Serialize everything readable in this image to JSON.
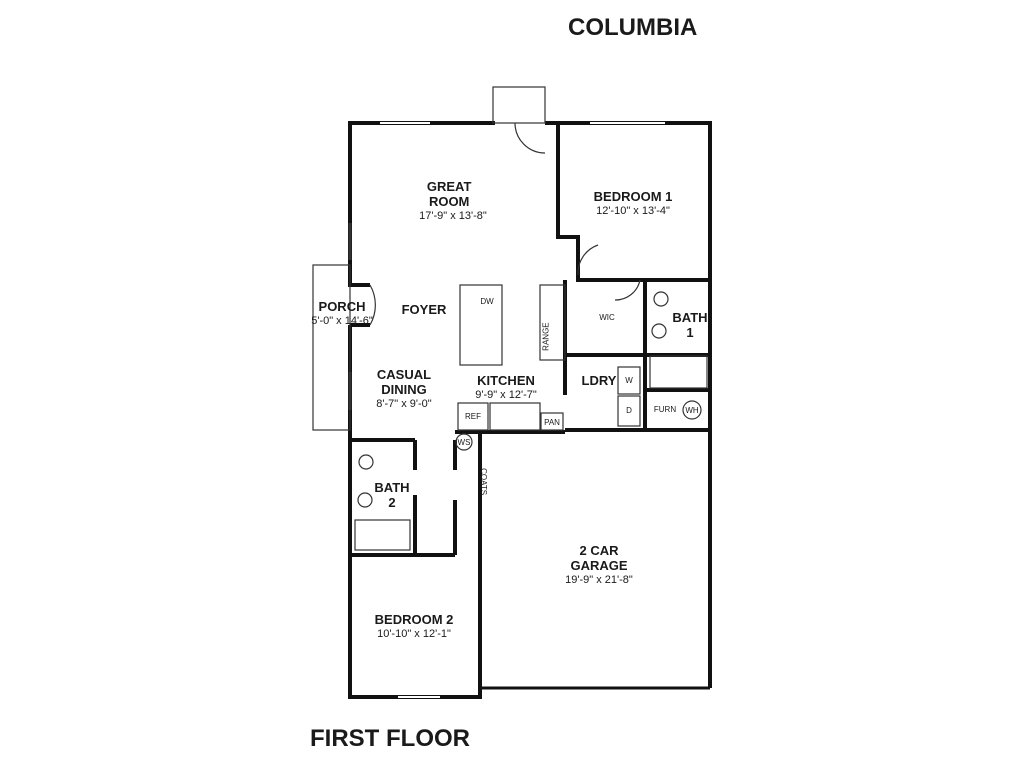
{
  "title": "COLUMBIA",
  "floor_label": "FIRST FLOOR",
  "rooms": {
    "great_room": {
      "name": "GREAT ROOM",
      "dims": "17'-9\" x 13'-8\""
    },
    "bedroom1": {
      "name": "BEDROOM 1",
      "dims": "12'-10\" x 13'-4\""
    },
    "porch": {
      "name": "PORCH",
      "dims": "5'-0\" x 14'-6\""
    },
    "foyer": {
      "name": "FOYER"
    },
    "casual_dining": {
      "name": "CASUAL DINING",
      "dims": "8'-7\" x 9'-0\""
    },
    "kitchen": {
      "name": "KITCHEN",
      "dims": "9'-9\" x 12'-7\""
    },
    "ldry": {
      "name": "LDRY"
    },
    "bath1": {
      "name": "BATH 1"
    },
    "bath2": {
      "name": "BATH 2"
    },
    "garage": {
      "name": "2 CAR GARAGE",
      "dims": "19'-9\" x 21'-8\""
    },
    "bedroom2": {
      "name": "BEDROOM 2",
      "dims": "10'-10\" x 12'-1\""
    }
  },
  "fixtures": {
    "dw": "DW",
    "range": "RANGE",
    "wic": "WIC",
    "w": "W",
    "d": "D",
    "ref": "REF",
    "pan": "PAN",
    "furn": "FURN",
    "wh": "WH",
    "ws": "WS",
    "coats": "COATS"
  }
}
